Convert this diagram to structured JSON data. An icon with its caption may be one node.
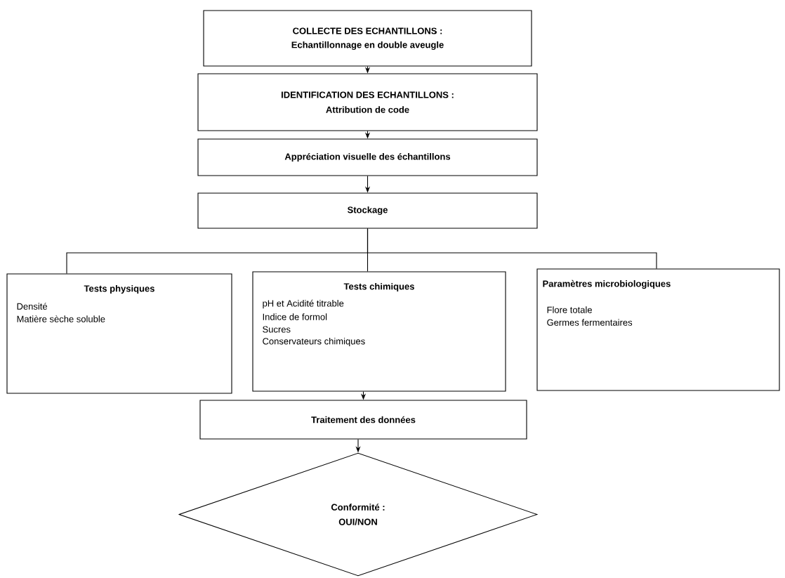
{
  "diagram": {
    "nodes": [
      {
        "text": [
          "COLLECTE DES ECHANTILLONS :",
          "Echantillonnage en double aveugle"
        ]
      },
      {
        "text": [
          "IDENTIFICATION DES ECHANTILLONS :",
          "Attribution de code"
        ]
      },
      {
        "text": [
          "Appréciation visuelle des échantillons"
        ]
      },
      {
        "text": [
          "Stockage"
        ]
      },
      {
        "text": [
          "Tests physiques",
          "Densité",
          "Matière sèche soluble"
        ]
      },
      {
        "text": [
          "Tests chimiques",
          "pH et Acidité titrable",
          "Indice de formol",
          "Sucres",
          "Conservateurs chimiques"
        ]
      },
      {
        "text": [
          "Paramètres microbiologiques",
          "Flore totale",
          "Germes fermentaires"
        ]
      },
      {
        "text": [
          "Traitement des données"
        ]
      },
      {
        "text": [
          "Conformité :",
          "OUI/NON"
        ]
      }
    ],
    "edges": [
      {
        "from": 0,
        "to": 1,
        "arrow": "to"
      },
      {
        "from": 1,
        "to": 2,
        "arrow": "to"
      },
      {
        "from": 2,
        "to": 3,
        "arrow": "to"
      },
      {
        "from": 3,
        "to": 4,
        "arrow": "none"
      },
      {
        "from": 3,
        "to": 5,
        "arrow": "none"
      },
      {
        "from": 3,
        "to": 6,
        "arrow": "none"
      },
      {
        "from": 5,
        "to": 7,
        "arrow": "to"
      },
      {
        "from": 7,
        "to": 8,
        "arrow": "to"
      }
    ]
  }
}
